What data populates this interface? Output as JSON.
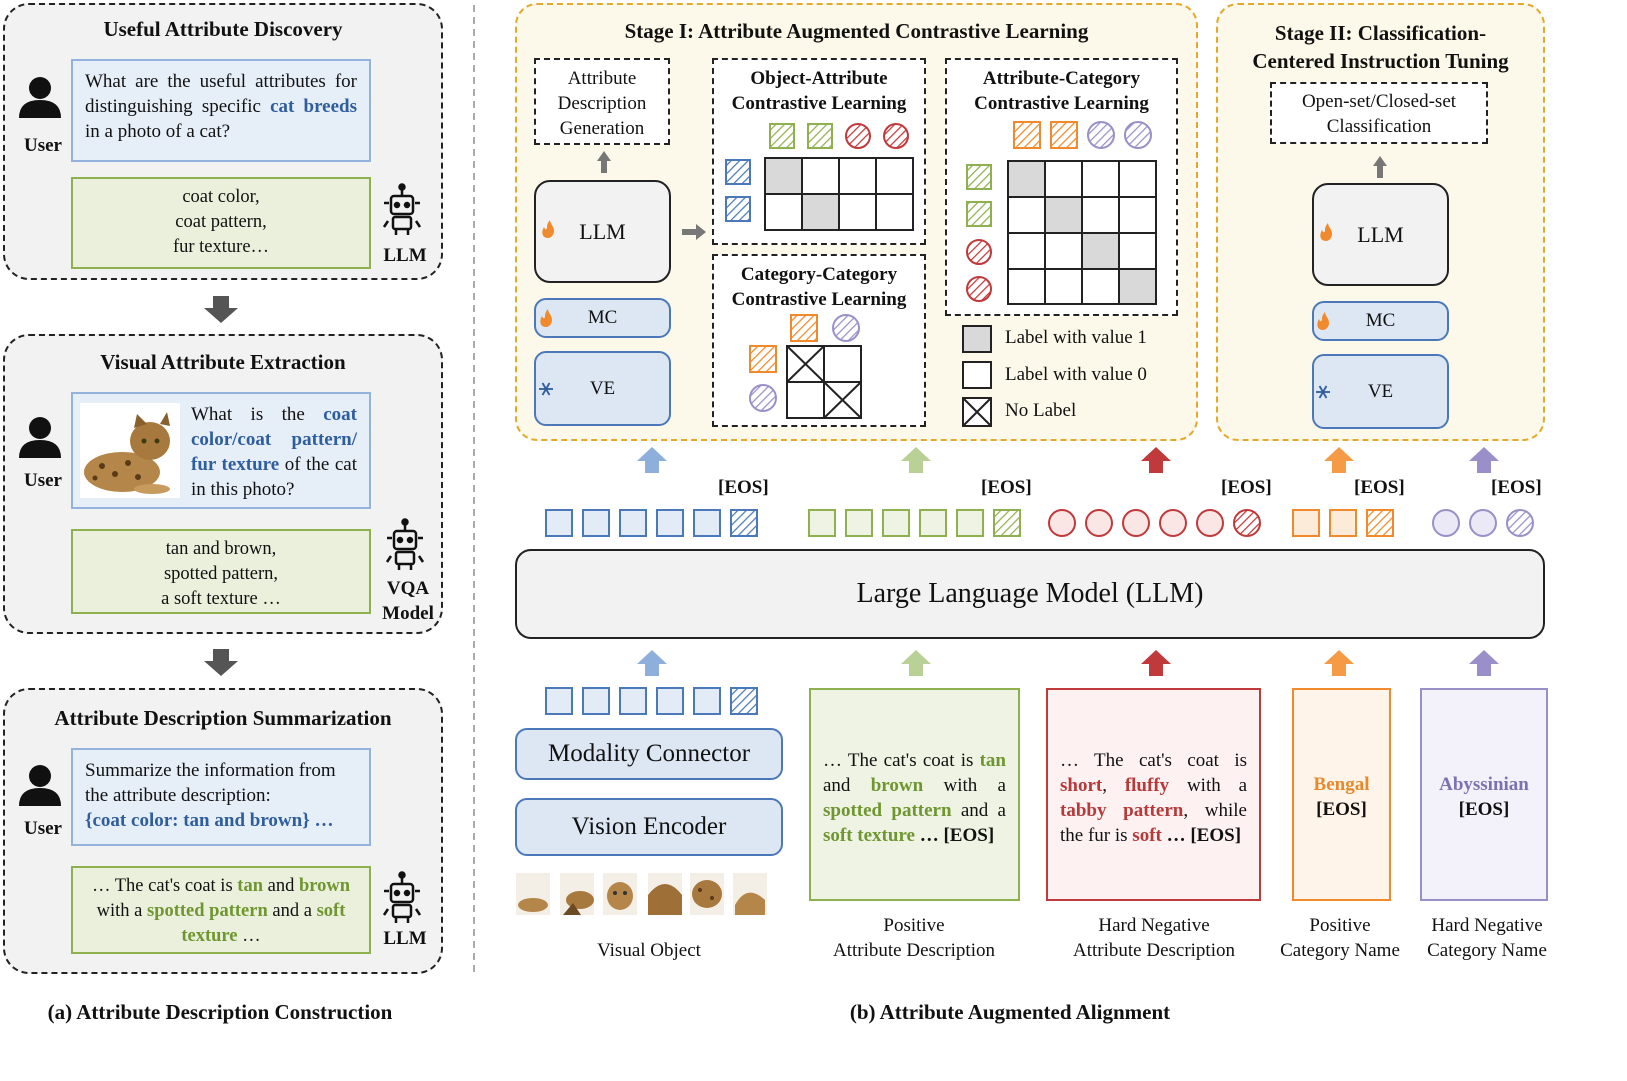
{
  "left": {
    "panel1": {
      "title": "Useful Attribute Discovery",
      "question_pre": "What are the useful attributes for distinguishing specific ",
      "question_hl": "cat breeds",
      "question_post": " in a photo of a cat?",
      "answer_lines": [
        "coat color,",
        "coat pattern,",
        "fur texture…"
      ],
      "user_label": "User",
      "model_label": "LLM"
    },
    "panel2": {
      "title": "Visual Attribute Extraction",
      "question_pre": "What is the ",
      "question_hl": "coat color/coat pattern/ fur texture",
      "question_post": " of the cat in this photo?",
      "answer_lines": [
        "tan and brown,",
        "spotted pattern,",
        "a soft texture …"
      ],
      "user_label": "User",
      "model_label_1": "VQA",
      "model_label_2": "Model"
    },
    "panel3": {
      "title": "Attribute Description Summarization",
      "question_1": "Summarize the information from the attribute description:",
      "question_2a": "{",
      "question_2b": "coat color",
      "question_2c": ": ",
      "question_2d": "tan and brown",
      "question_2e": "} …",
      "answer_a": "… The cat's coat is ",
      "answer_b": "tan",
      "answer_c": " and ",
      "answer_d": "brown",
      "answer_e": " with a ",
      "answer_f": "spotted pattern",
      "answer_g": "and a ",
      "answer_h": "soft texture",
      "answer_i": " …",
      "user_label": "User",
      "model_label": "LLM"
    },
    "caption": "(a) Attribute Description Construction"
  },
  "stage1": {
    "title": "Stage I: Attribute Augmented Contrastive Learning",
    "attr_gen": "Attribute Description Generation",
    "llm": "LLM",
    "mc": "MC",
    "ve": "VE",
    "oa_title": "Object-Attribute Contrastive Learning",
    "ac_title": "Attribute-Category Contrastive Learning",
    "cc_title": "Category-Category Contrastive Learning",
    "legend": [
      "Label with value 1",
      "Label with value 0",
      "No Label"
    ]
  },
  "stage2": {
    "title_1": "Stage II: Classification-",
    "title_2": "Centered Instruction Tuning",
    "task": "Open-set/Closed-set Classification",
    "llm": "LLM",
    "mc": "MC",
    "ve": "VE"
  },
  "main": {
    "eos": "[EOS]",
    "llm": "Large Language Model (LLM)",
    "connector": "Modality Connector",
    "encoder": "Vision Encoder",
    "pos_desc": {
      "a": "… The cat's coat is ",
      "b": "tan",
      "c": " and ",
      "d": "brown",
      "e": " with a ",
      "f": "spotted pattern",
      "g": " and a ",
      "h": "soft texture",
      "i": " … [EOS]"
    },
    "neg_desc": {
      "a": "… The cat's coat is ",
      "b": "short",
      "c": ", ",
      "d": "fluffy",
      "e": " with a ",
      "f": "tabby pattern",
      "g": ", while the fur is ",
      "h": "soft",
      "i": " … [EOS]"
    },
    "pos_cat": "Bengal",
    "neg_cat": "Abyssinian",
    "captions": {
      "visual": "Visual Object",
      "pos_attr_1": "Positive",
      "pos_attr_2": "Attribute Description",
      "neg_attr_1": "Hard Negative",
      "neg_attr_2": "Attribute Description",
      "pos_cat_1": "Positive",
      "pos_cat_2": "Category Name",
      "neg_cat_1": "Hard Negative",
      "neg_cat_2": "Category Name"
    }
  },
  "caption_b": "(b) Attribute Augmented Alignment",
  "colors": {
    "blue": "#4a78b8",
    "green": "#8fb04f",
    "red": "#c0393b",
    "orange": "#f08a2c",
    "purple": "#9a8fc8"
  }
}
